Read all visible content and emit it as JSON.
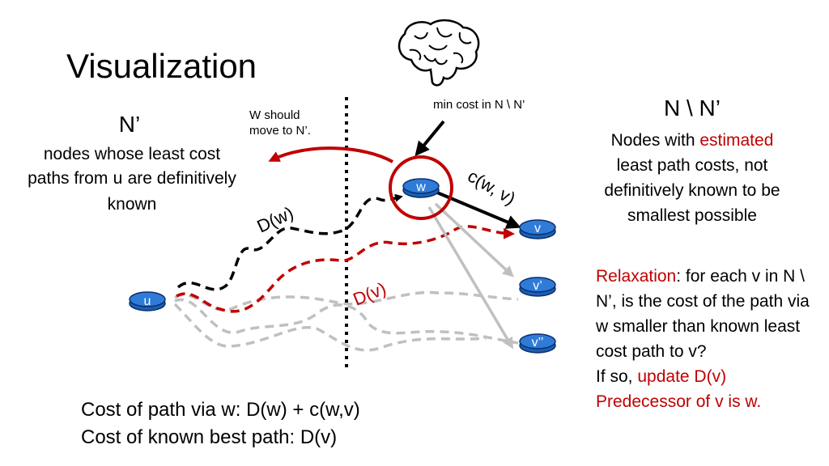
{
  "title": "Visualization",
  "n_prime": {
    "heading": "N’",
    "desc_before": "nodes whose least cost paths from ",
    "desc_code": "u",
    "desc_after": " are definitively known"
  },
  "n_minus": {
    "heading": "N \\ N’",
    "line1_prefix": "Nodes with ",
    "line1_red": "estimated",
    "rest": "least path costs, not definitively known to be smallest possible"
  },
  "relaxation": {
    "term": "Relaxation",
    "text": ": for each v in N \\ N’, is the cost of the path via w smaller than known least cost path to v?",
    "if_so": "If so, ",
    "update": "update D(v)",
    "predecessor": "Predecessor of v is w."
  },
  "costs": {
    "line1": "Cost of path via w: D(w) + c(w,v)",
    "line2": "Cost of known best path: D(v)"
  },
  "annotations": {
    "w_should_line1": "W should",
    "w_should_line2": "move to N’.",
    "min_cost": "min cost in N \\ N’"
  },
  "diagram": {
    "dw_label": "D(w)",
    "dv_label": "D(v)",
    "cwv_label": "c(w, v)",
    "nodes": {
      "u": "u",
      "w": "w",
      "v": "v",
      "v_prime": "v’",
      "v_double_prime": "v’’"
    }
  },
  "colors": {
    "accent_red": "#c00000",
    "router_blue": "#1a5fb4",
    "gray_path": "#c0c0c0"
  },
  "icons": {
    "brain": "brain-icon",
    "router": "router-icon"
  }
}
